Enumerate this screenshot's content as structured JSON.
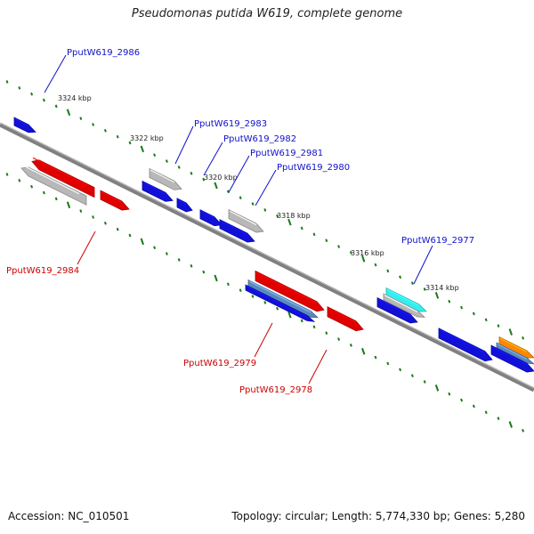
{
  "title": "Pseudomonas putida W619, complete genome",
  "footer": {
    "accession": "Accession: NC_010501",
    "summary": "Topology: circular; Length: 5,774,330 bp; Genes: 5,280"
  },
  "colors": {
    "backbone": "#808080",
    "tick": "#1a7a1a",
    "label_forward": "#1010cc",
    "label_reverse": "#cc0000",
    "gene_blue": "#1010d8",
    "gene_red": "#e00000",
    "gene_gray": "#b8b8b8",
    "gene_cyan": "#33eeee",
    "gene_steel": "#5a88bb",
    "gene_orange": "#ff8800"
  },
  "scale_labels": [
    "3324 kbp",
    "3322 kbp",
    "3320 kbp",
    "3318 kbp",
    "3316 kbp",
    "3314 kbp"
  ],
  "gene_labels_forward": [
    "PputW619_2986",
    "PputW619_2983",
    "PputW619_2982",
    "PputW619_2981",
    "PputW619_2980",
    "PputW619_2977"
  ],
  "gene_labels_reverse": [
    "PputW619_2984",
    "PputW619_2979",
    "PputW619_2978"
  ]
}
